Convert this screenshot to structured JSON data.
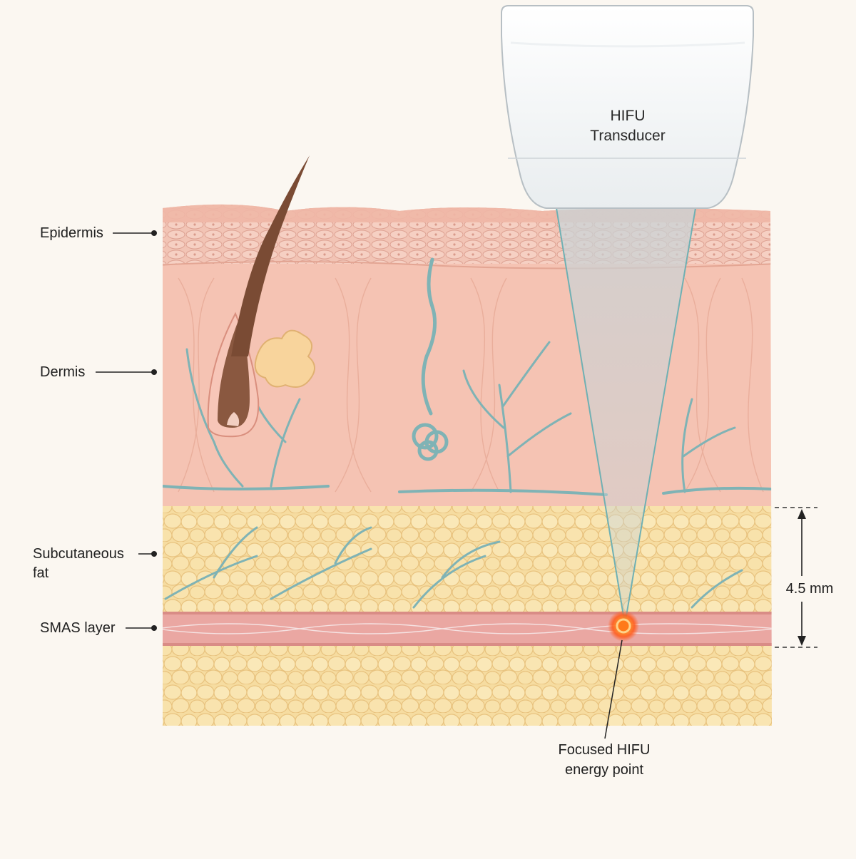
{
  "transducer": {
    "line1": "HIFU",
    "line2": "Transducer"
  },
  "layers": {
    "epidermis": "Epidermis",
    "dermis": "Dermis",
    "subcutaneous_line1": "Subcutaneous",
    "subcutaneous_line2": "fat",
    "smas": "SMAS layer"
  },
  "depth": {
    "label": "4.5 mm",
    "value_mm": 4.5
  },
  "focus": {
    "line1": "Focused HIFU",
    "line2": "energy point"
  },
  "colors": {
    "background": "#fbf7f1",
    "epidermis": "#f2bfae",
    "dermis": "#f5c3b3",
    "fat": "#f6dca0",
    "smas": "#eaa7a2",
    "vessel": "#7fb3b5",
    "hair": "#7a4b34",
    "gland": "#f8d49c",
    "beam": "#b9c9cc",
    "focus": "#ff6a1a"
  }
}
